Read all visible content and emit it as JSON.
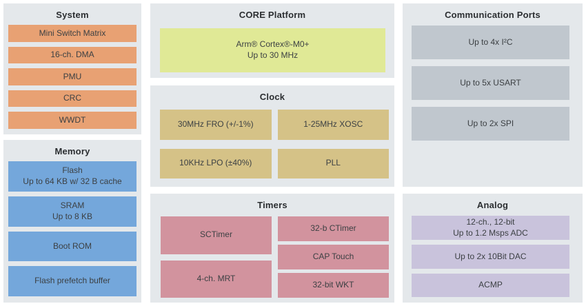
{
  "colors": {
    "page-bg": "#FFFFFF",
    "panel-bg": "#E4E8EB",
    "title-text": "#2B2E31",
    "text": "#3C4043",
    "system-block": "#E8A173",
    "memory-block": "#74A7DB",
    "core-block": "#E0E996",
    "clock-block": "#D5C287",
    "timers-block": "#D2939E",
    "comm-block": "#C0C7CE",
    "analog-block": "#C9C3DC"
  },
  "sections": {
    "system": {
      "title": "System",
      "blocks": [
        [
          "Mini Switch Matrix"
        ],
        [
          "16-ch. DMA"
        ],
        [
          "PMU"
        ],
        [
          "CRC"
        ],
        [
          "WWDT"
        ]
      ]
    },
    "memory": {
      "title": "Memory",
      "blocks": [
        [
          "Flash",
          "Up to 64 KB w/ 32 B cache"
        ],
        [
          "SRAM",
          "Up to 8 KB"
        ],
        [
          "Boot ROM"
        ],
        [
          "Flash prefetch buffer"
        ]
      ]
    },
    "core": {
      "title": "CORE Platform",
      "blocks": [
        [
          "Arm® Cortex®-M0+",
          "Up to 30 MHz"
        ]
      ]
    },
    "clock": {
      "title": "Clock",
      "blocks": [
        [
          "30MHz FRO (+/-1%)"
        ],
        [
          "1-25MHz XOSC"
        ],
        [
          "10KHz LPO (±40%)"
        ],
        [
          "PLL"
        ]
      ]
    },
    "timers": {
      "title": "Timers",
      "blocks_left": [
        [
          "SCTimer"
        ],
        [
          "4-ch. MRT"
        ]
      ],
      "blocks_right": [
        [
          "32-b CTimer"
        ],
        [
          "CAP Touch"
        ],
        [
          "32-bit WKT"
        ]
      ]
    },
    "comm": {
      "title": "Communication Ports",
      "blocks": [
        [
          "Up to 4x I²C"
        ],
        [
          "Up to 5x USART"
        ],
        [
          "Up to 2x SPI"
        ]
      ]
    },
    "analog": {
      "title": "Analog",
      "blocks": [
        [
          "12-ch., 12-bit",
          "Up to 1.2 Msps ADC"
        ],
        [
          "Up to 2x 10Bit DAC"
        ],
        [
          "ACMP"
        ]
      ]
    }
  }
}
